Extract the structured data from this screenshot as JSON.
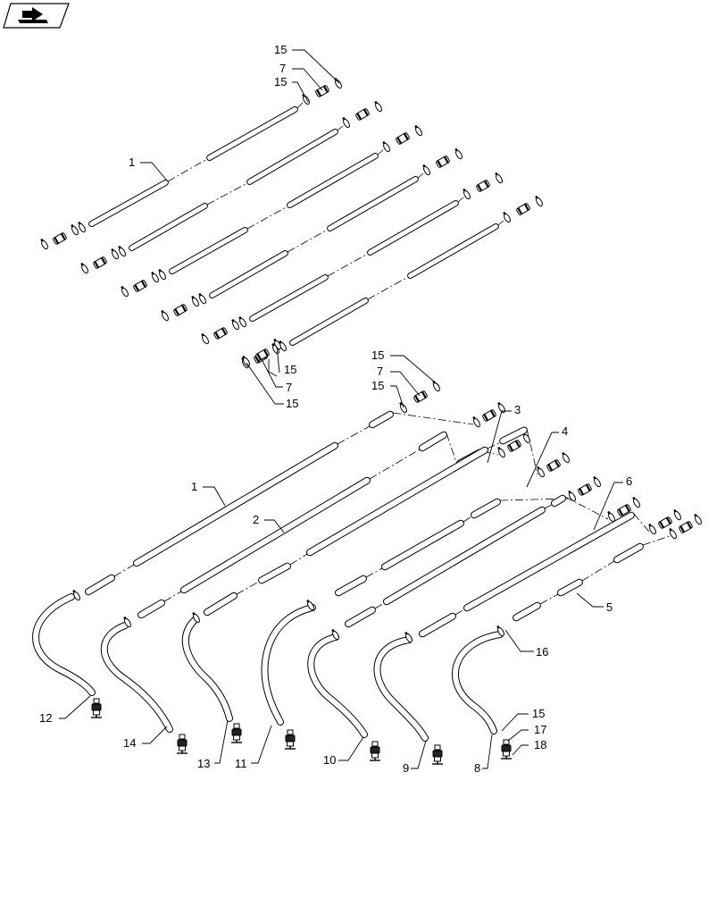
{
  "navigation": {
    "icon": "next-page-arrow-icon"
  },
  "colors": {
    "line": "#000000",
    "background": "#ffffff"
  },
  "upper_assembly": {
    "callouts": [
      {
        "id": "u15a",
        "label": "15"
      },
      {
        "id": "u7a",
        "label": "7"
      },
      {
        "id": "u15b",
        "label": "15"
      },
      {
        "id": "u1",
        "label": "1"
      },
      {
        "id": "u15c",
        "label": "15"
      },
      {
        "id": "u7b",
        "label": "7"
      },
      {
        "id": "u15d",
        "label": "15"
      }
    ]
  },
  "lower_assembly": {
    "callouts": [
      {
        "id": "l15a",
        "label": "15"
      },
      {
        "id": "l7",
        "label": "7"
      },
      {
        "id": "l15b",
        "label": "15"
      },
      {
        "id": "l3",
        "label": "3"
      },
      {
        "id": "l4",
        "label": "4"
      },
      {
        "id": "l1",
        "label": "1"
      },
      {
        "id": "l2",
        "label": "2"
      },
      {
        "id": "l6",
        "label": "6"
      },
      {
        "id": "l5",
        "label": "5"
      },
      {
        "id": "l16",
        "label": "16"
      },
      {
        "id": "l12",
        "label": "12"
      },
      {
        "id": "l14",
        "label": "14"
      },
      {
        "id": "l13",
        "label": "13"
      },
      {
        "id": "l11",
        "label": "11"
      },
      {
        "id": "l10",
        "label": "10"
      },
      {
        "id": "l9",
        "label": "9"
      },
      {
        "id": "l8",
        "label": "8"
      },
      {
        "id": "l15c",
        "label": "15"
      },
      {
        "id": "l17",
        "label": "17"
      },
      {
        "id": "l18",
        "label": "18"
      }
    ]
  }
}
